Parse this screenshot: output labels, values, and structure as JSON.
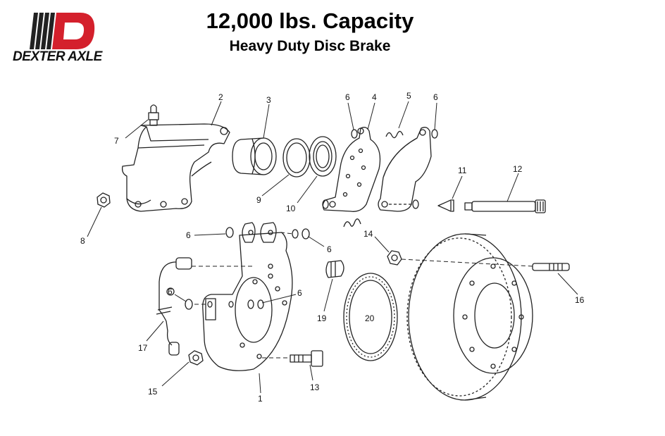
{
  "header": {
    "title": "12,000 lbs. Capacity",
    "subtitle": "Heavy Duty Disc Brake"
  },
  "logo": {
    "text": "DEXTER AXLE",
    "brand_color": "#d4202c"
  },
  "callouts": {
    "c1": "1",
    "c2": "2",
    "c3": "3",
    "c4": "4",
    "c5": "5",
    "c6a": "6",
    "c6b": "6",
    "c6c": "6",
    "c6d": "6",
    "c6e": "6",
    "c6f": "6",
    "c7": "7",
    "c8": "8",
    "c9": "9",
    "c10": "10",
    "c11": "11",
    "c12": "12",
    "c13": "13",
    "c14": "14",
    "c15": "15",
    "c16": "16",
    "c17": "17",
    "c19": "19",
    "c20": "20"
  }
}
